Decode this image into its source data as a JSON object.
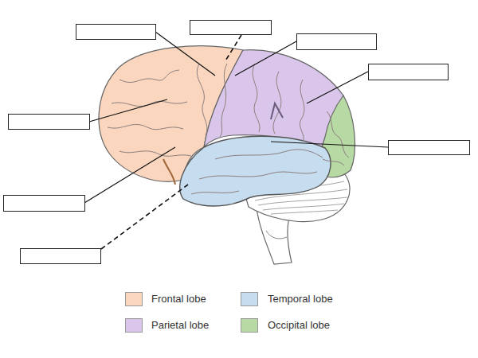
{
  "diagram": {
    "legend": [
      {
        "text": "Frontal lobe",
        "color": "#f9d6bd"
      },
      {
        "text": "Temporal lobe",
        "color": "#c6dcef"
      },
      {
        "text": "Parietal lobe",
        "color": "#d9c6ea"
      },
      {
        "text": "Occipital lobe",
        "color": "#b7d9a3"
      }
    ]
  }
}
